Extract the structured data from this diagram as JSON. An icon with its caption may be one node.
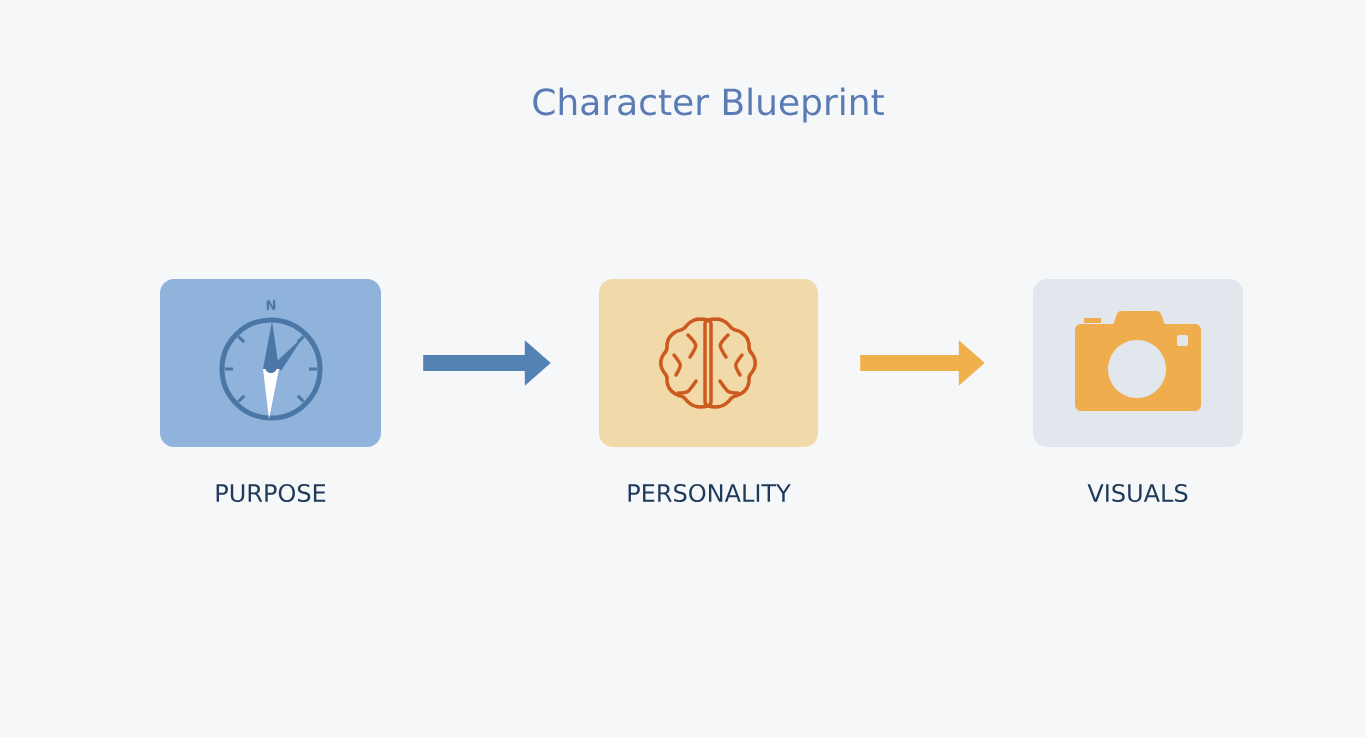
{
  "diagram": {
    "title": "Character Blueprint",
    "nodes": [
      {
        "text": [
          "PURPOSE"
        ]
      },
      {
        "text": [
          "PERSONALITY"
        ]
      },
      {
        "text": [
          "VISUALS"
        ]
      }
    ],
    "edges": [
      {
        "from": 0,
        "to": 1,
        "arrow": "to",
        "color": "#5283b3"
      },
      {
        "from": 1,
        "to": 2,
        "arrow": "to",
        "color": "#f0b04c"
      }
    ],
    "labels": [
      "N"
    ]
  }
}
